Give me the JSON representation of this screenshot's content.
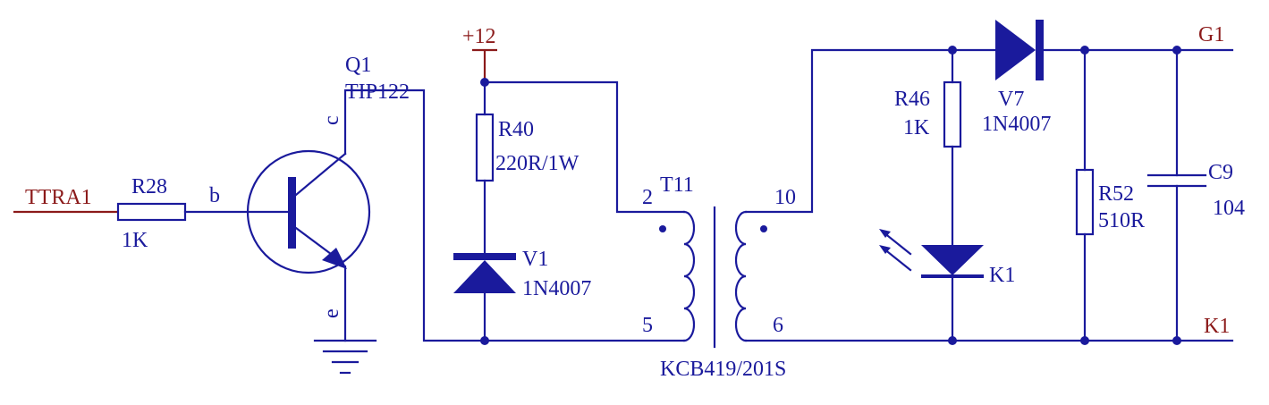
{
  "nets": {
    "input": "TTRA1",
    "supply": "+12",
    "gate": "G1",
    "cathode": "K1"
  },
  "components": {
    "r28": {
      "ref": "R28",
      "value": "1K"
    },
    "q1": {
      "ref": "Q1",
      "value": "TIP122",
      "pin_base": "b",
      "pin_collector": "c",
      "pin_emitter": "e"
    },
    "r40": {
      "ref": "R40",
      "value": "220R/1W"
    },
    "v1": {
      "ref": "V1",
      "value": "1N4007"
    },
    "t11": {
      "ref": "T11",
      "value": "KCB419/201S",
      "pin2": "2",
      "pin5": "5",
      "pin10": "10",
      "pin6": "6"
    },
    "r46": {
      "ref": "R46",
      "value": "1K"
    },
    "k1": {
      "ref": "K1"
    },
    "v7": {
      "ref": "V7",
      "value": "1N4007"
    },
    "r52": {
      "ref": "R52",
      "value": "510R"
    },
    "c9": {
      "ref": "C9",
      "value": "104"
    }
  },
  "colors": {
    "wire": "#1a1a9c",
    "net_label": "#8b1a1a",
    "background": "#ffffff"
  }
}
